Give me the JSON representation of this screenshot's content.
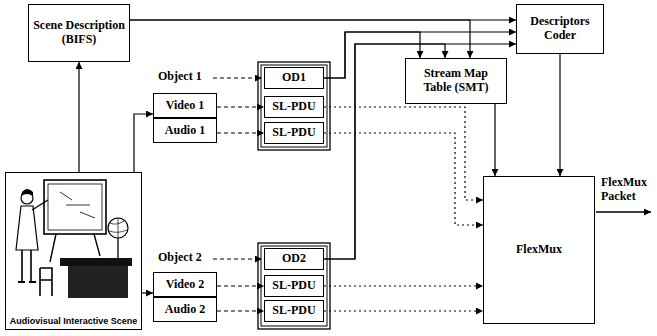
{
  "diagram": {
    "nodes": [
      {
        "text": [
          "Scene Description (BIFS)"
        ]
      },
      {
        "text": [
          "Descriptors Coder"
        ]
      },
      {
        "text": [
          "Stream Map Table (SMT)"
        ]
      },
      {
        "text": [
          "Video 1"
        ]
      },
      {
        "text": [
          "Audio 1"
        ]
      },
      {
        "text": [
          "OD1"
        ]
      },
      {
        "text": [
          "SL-PDU"
        ]
      },
      {
        "text": [
          "SL-PDU"
        ]
      },
      {
        "text": [
          "FlexMux"
        ]
      },
      {
        "text": [
          "Audiovisual Interactive Scene"
        ]
      },
      {
        "text": [
          "Video 2"
        ]
      },
      {
        "text": [
          "Audio 2"
        ]
      },
      {
        "text": [
          "OD2"
        ]
      },
      {
        "text": [
          "SL-PDU"
        ]
      },
      {
        "text": [
          "SL-PDU"
        ]
      }
    ],
    "edges": [
      {
        "from": 9,
        "to": 0,
        "arrow": "to"
      },
      {
        "from": 0,
        "to": 1,
        "arrow": "to"
      },
      {
        "from": 0,
        "to": 2,
        "arrow": "to"
      },
      {
        "from": 5,
        "to": 1,
        "arrow": "to"
      },
      {
        "from": 5,
        "to": 2,
        "arrow": "to"
      },
      {
        "from": 12,
        "to": 1,
        "arrow": "to"
      },
      {
        "from": 12,
        "to": 2,
        "arrow": "to"
      },
      {
        "from": 9,
        "to": 3,
        "arrow": "to"
      },
      {
        "from": 9,
        "to": 10,
        "arrow": "to"
      },
      {
        "from": 3,
        "to": 6,
        "arrow": "to"
      },
      {
        "from": 4,
        "to": 7,
        "arrow": "to"
      },
      {
        "from": 10,
        "to": 13,
        "arrow": "to"
      },
      {
        "from": 11,
        "to": 14,
        "arrow": "to"
      },
      {
        "from": 2,
        "to": 8,
        "arrow": "to"
      },
      {
        "from": 1,
        "to": 8,
        "arrow": "to"
      },
      {
        "from": 6,
        "to": 8,
        "arrow": "to"
      },
      {
        "from": 7,
        "to": 8,
        "arrow": "to"
      },
      {
        "from": 13,
        "to": 8,
        "arrow": "to"
      },
      {
        "from": 14,
        "to": 8,
        "arrow": "to"
      }
    ],
    "labels": [
      "Object 1",
      "Object 2",
      "FlexMux Packet"
    ]
  }
}
